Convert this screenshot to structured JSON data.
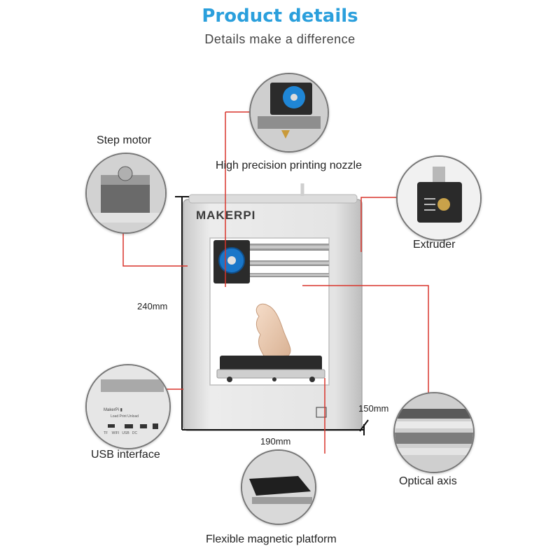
{
  "header": {
    "title": "Product details",
    "subtitle": "Details make a difference"
  },
  "brand": {
    "logo_text": "MAKERPI"
  },
  "callouts": {
    "step_motor": "Step motor",
    "nozzle": "High precision printing nozzle",
    "extruder": "Extruder",
    "usb": "USB interface",
    "optical_axis": "Optical axis",
    "platform": "Flexible magnetic platform"
  },
  "dimensions": {
    "height": "240mm",
    "width": "190mm",
    "depth": "150mm"
  },
  "usb_panel": {
    "brand": "MakerPi ▮",
    "buttons": "Load  Print  Unload",
    "ports": "TF    WIFI   USB   DC"
  },
  "colors": {
    "title": "#2a9fdc",
    "leader_line": "#d9342b",
    "frame": "#d8d8d8"
  }
}
